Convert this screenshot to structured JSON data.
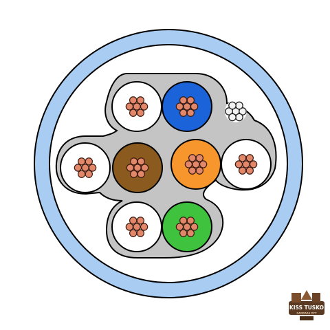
{
  "colors": {
    "jacket": "#a9ccf3",
    "jacket_inner": "#ffffff",
    "separator": "#c4c4c4",
    "outline": "#000000",
    "copper": "#e2876a",
    "copper_stroke": "#3a1a10",
    "filler_strand": "#f2f2f2",
    "pair_blue": "#1a63d8",
    "pair_brown": "#8b5a1f",
    "pair_orange": "#f7962c",
    "pair_green": "#3fc23d",
    "pair_white": "#ffffff"
  },
  "diagram": {
    "type": "cable-cross-section",
    "pairs": [
      {
        "name": "blue-pair",
        "colors": [
          "white",
          "blue"
        ]
      },
      {
        "name": "brown-pair",
        "colors": [
          "white",
          "brown"
        ]
      },
      {
        "name": "orange-pair",
        "colors": [
          "orange",
          "white"
        ]
      },
      {
        "name": "green-pair",
        "colors": [
          "white",
          "green"
        ]
      }
    ],
    "filler": "grey-strand-bundle"
  },
  "watermark": {
    "logo_text": "KISS TUSKO",
    "logo_subtext": "GANDAAS OYY"
  }
}
